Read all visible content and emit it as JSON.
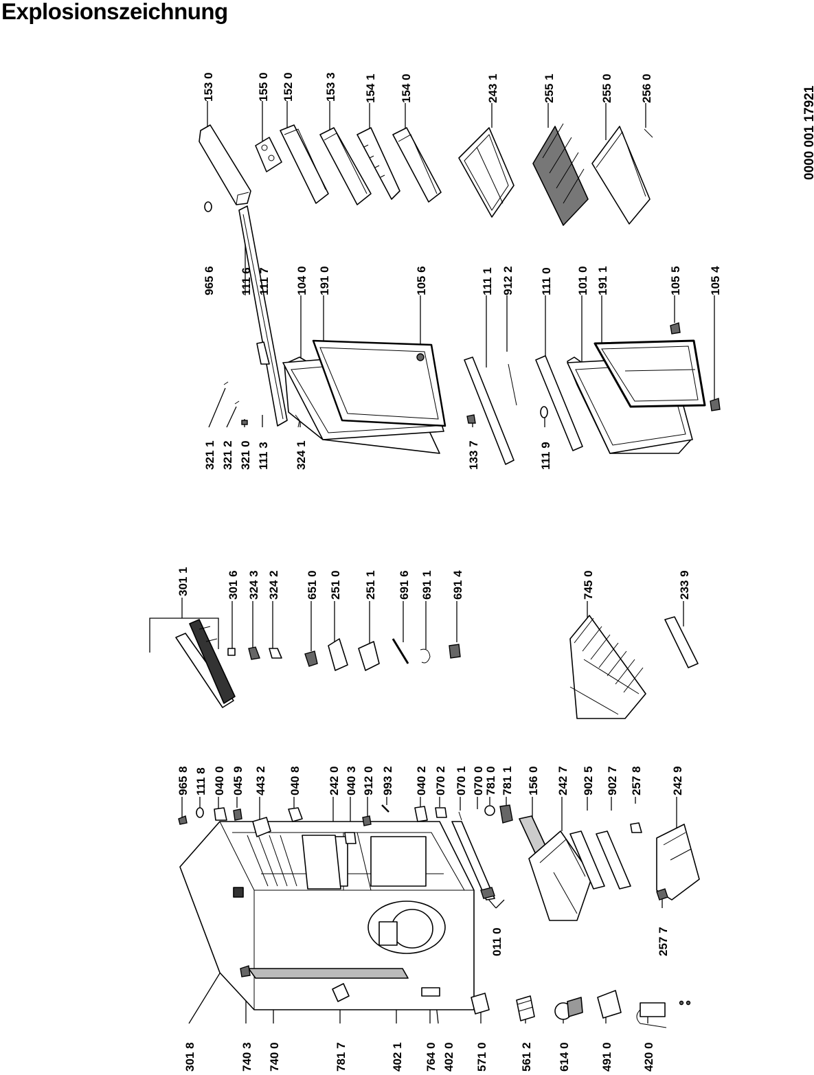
{
  "title": "Explosionszeichnung",
  "doc_number": "0000 001 17921",
  "callouts": [
    "153 0",
    "155 0",
    "152 0",
    "153 3",
    "154 1",
    "154 0",
    "243 1",
    "255 1",
    "255 0",
    "256 0",
    "965 6",
    "111 6",
    "111 7",
    "104 0",
    "191 0",
    "105 6",
    "111 1",
    "912 2",
    "111 0",
    "101 0",
    "191 1",
    "105 5",
    "105 4",
    "321 1",
    "321 2",
    "321 0",
    "111 3",
    "324 1",
    "133 7",
    "111 9",
    "301 1",
    "301 6",
    "324 3",
    "324 2",
    "651 0",
    "251 0",
    "251 1",
    "691 6",
    "691 1",
    "691 4",
    "745 0",
    "233 9",
    "965 8",
    "111 8",
    "040 0",
    "045 9",
    "443 2",
    "040 8",
    "242 0",
    "040 3",
    "912 0",
    "993 2",
    "040 2",
    "070 2",
    "070 1",
    "070 0",
    "781 0",
    "781 1",
    "156 0",
    "242 7",
    "902 5",
    "902 7",
    "257 8",
    "242 9",
    "301 8",
    "740 3",
    "740 0",
    "781 7",
    "402 1",
    "764 0",
    "402 0",
    "571 0",
    "561 2",
    "614 0",
    "491 0",
    "420 0",
    "011 0",
    "257 7"
  ]
}
